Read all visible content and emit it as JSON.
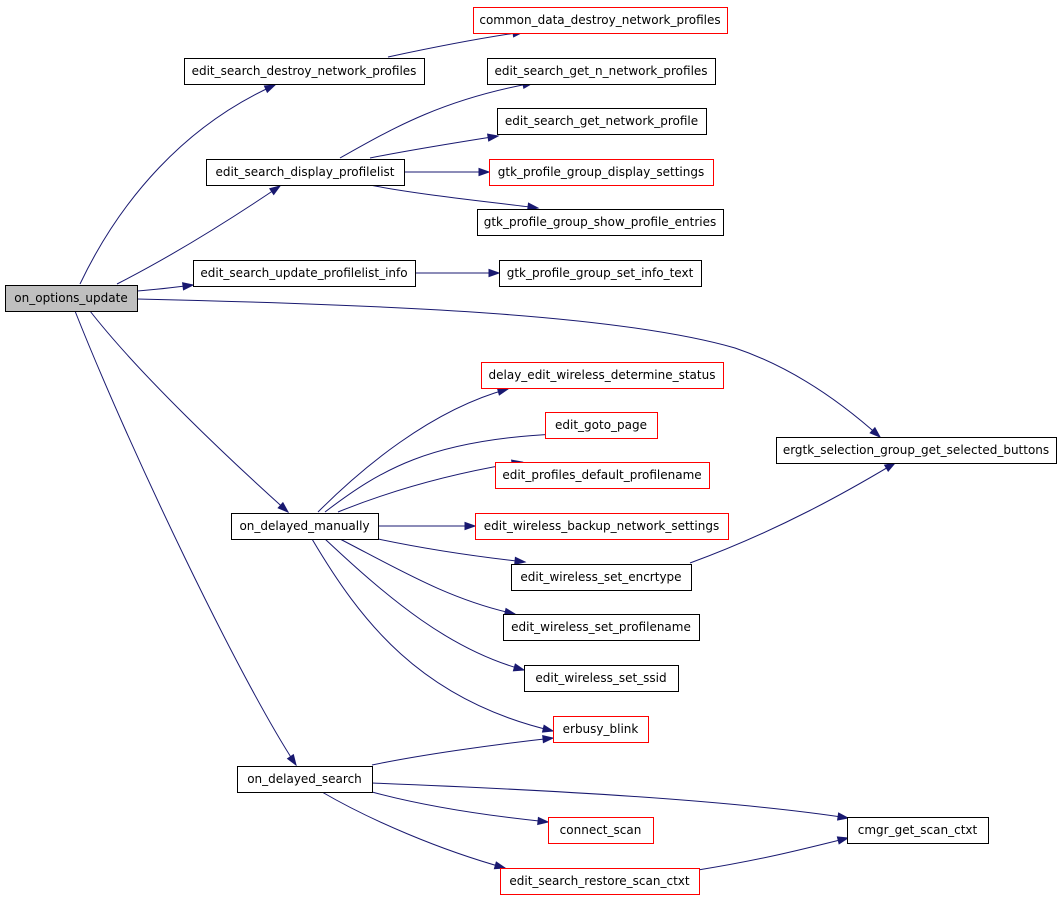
{
  "colors": {
    "edge": "#191970",
    "border_default": "#000000",
    "border_external": "#ff0000",
    "fill_root": "#bfbfbf",
    "fill_default": "#ffffff"
  },
  "nodes": {
    "on_options_update": {
      "label": "on_options_update",
      "style": "root"
    },
    "edit_search_destroy_network_profiles": {
      "label": "edit_search_destroy_network_profiles",
      "style": "default"
    },
    "common_data_destroy_network_profiles": {
      "label": "common_data_destroy_network_profiles",
      "style": "external"
    },
    "edit_search_get_n_network_profiles": {
      "label": "edit_search_get_n_network_profiles",
      "style": "default"
    },
    "edit_search_get_network_profile": {
      "label": "edit_search_get_network_profile",
      "style": "default"
    },
    "edit_search_display_profilelist": {
      "label": "edit_search_display_profilelist",
      "style": "default"
    },
    "gtk_profile_group_display_settings": {
      "label": "gtk_profile_group_display_settings",
      "style": "external"
    },
    "gtk_profile_group_show_profile_entries": {
      "label": "gtk_profile_group_show_profile_entries",
      "style": "default"
    },
    "edit_search_update_profilelist_info": {
      "label": "edit_search_update_profilelist_info",
      "style": "default"
    },
    "gtk_profile_group_set_info_text": {
      "label": "gtk_profile_group_set_info_text",
      "style": "default"
    },
    "delay_edit_wireless_determine_status": {
      "label": "delay_edit_wireless_determine_status",
      "style": "external"
    },
    "edit_goto_page": {
      "label": "edit_goto_page",
      "style": "external"
    },
    "ergtk_selection_group_get_selected_buttons": {
      "label": "ergtk_selection_group_get_selected_buttons",
      "style": "default"
    },
    "edit_profiles_default_profilename": {
      "label": "edit_profiles_default_profilename",
      "style": "external"
    },
    "on_delayed_manually": {
      "label": "on_delayed_manually",
      "style": "default"
    },
    "edit_wireless_backup_network_settings": {
      "label": "edit_wireless_backup_network_settings",
      "style": "external"
    },
    "edit_wireless_set_encrtype": {
      "label": "edit_wireless_set_encrtype",
      "style": "default"
    },
    "edit_wireless_set_profilename": {
      "label": "edit_wireless_set_profilename",
      "style": "default"
    },
    "edit_wireless_set_ssid": {
      "label": "edit_wireless_set_ssid",
      "style": "default"
    },
    "erbusy_blink": {
      "label": "erbusy_blink",
      "style": "external"
    },
    "on_delayed_search": {
      "label": "on_delayed_search",
      "style": "default"
    },
    "cmgr_get_scan_ctxt": {
      "label": "cmgr_get_scan_ctxt",
      "style": "default"
    },
    "connect_scan": {
      "label": "connect_scan",
      "style": "external"
    },
    "edit_search_restore_scan_ctxt": {
      "label": "edit_search_restore_scan_ctxt",
      "style": "external"
    }
  },
  "edges": [
    {
      "from": "on_options_update",
      "to": "edit_search_destroy_network_profiles"
    },
    {
      "from": "on_options_update",
      "to": "edit_search_display_profilelist"
    },
    {
      "from": "on_options_update",
      "to": "edit_search_update_profilelist_info"
    },
    {
      "from": "on_options_update",
      "to": "ergtk_selection_group_get_selected_buttons"
    },
    {
      "from": "on_options_update",
      "to": "on_delayed_manually"
    },
    {
      "from": "on_options_update",
      "to": "on_delayed_search"
    },
    {
      "from": "edit_search_destroy_network_profiles",
      "to": "common_data_destroy_network_profiles"
    },
    {
      "from": "edit_search_display_profilelist",
      "to": "edit_search_get_n_network_profiles"
    },
    {
      "from": "edit_search_display_profilelist",
      "to": "edit_search_get_network_profile"
    },
    {
      "from": "edit_search_display_profilelist",
      "to": "gtk_profile_group_display_settings"
    },
    {
      "from": "edit_search_display_profilelist",
      "to": "gtk_profile_group_show_profile_entries"
    },
    {
      "from": "edit_search_update_profilelist_info",
      "to": "gtk_profile_group_set_info_text"
    },
    {
      "from": "on_delayed_manually",
      "to": "delay_edit_wireless_determine_status"
    },
    {
      "from": "on_delayed_manually",
      "to": "edit_goto_page"
    },
    {
      "from": "on_delayed_manually",
      "to": "edit_profiles_default_profilename"
    },
    {
      "from": "on_delayed_manually",
      "to": "edit_wireless_backup_network_settings"
    },
    {
      "from": "on_delayed_manually",
      "to": "edit_wireless_set_encrtype"
    },
    {
      "from": "on_delayed_manually",
      "to": "edit_wireless_set_profilename"
    },
    {
      "from": "on_delayed_manually",
      "to": "edit_wireless_set_ssid"
    },
    {
      "from": "on_delayed_manually",
      "to": "erbusy_blink"
    },
    {
      "from": "edit_wireless_set_encrtype",
      "to": "ergtk_selection_group_get_selected_buttons"
    },
    {
      "from": "on_delayed_search",
      "to": "erbusy_blink"
    },
    {
      "from": "on_delayed_search",
      "to": "cmgr_get_scan_ctxt"
    },
    {
      "from": "on_delayed_search",
      "to": "connect_scan"
    },
    {
      "from": "on_delayed_search",
      "to": "edit_search_restore_scan_ctxt"
    },
    {
      "from": "edit_search_restore_scan_ctxt",
      "to": "cmgr_get_scan_ctxt"
    }
  ]
}
